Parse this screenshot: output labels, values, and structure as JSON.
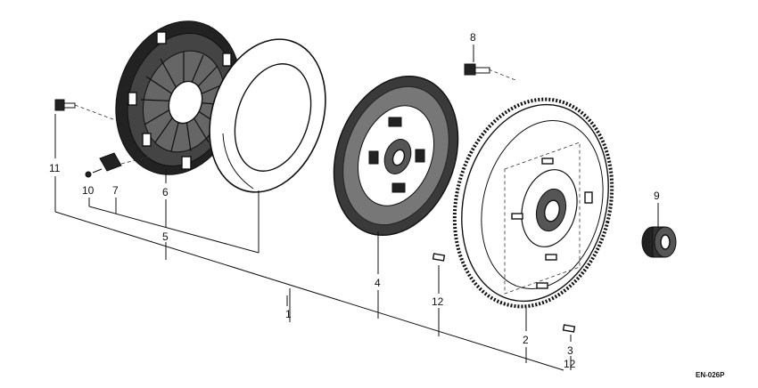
{
  "callouts": {
    "n1": "1",
    "n2": "2",
    "n3": "3",
    "n4": "4",
    "n5": "5",
    "n6": "6",
    "n7": "7",
    "n8": "8",
    "n9": "9",
    "n10": "10",
    "n11": "11",
    "n12a": "12",
    "n12b": "12"
  },
  "drawing_code": "EN-026P"
}
